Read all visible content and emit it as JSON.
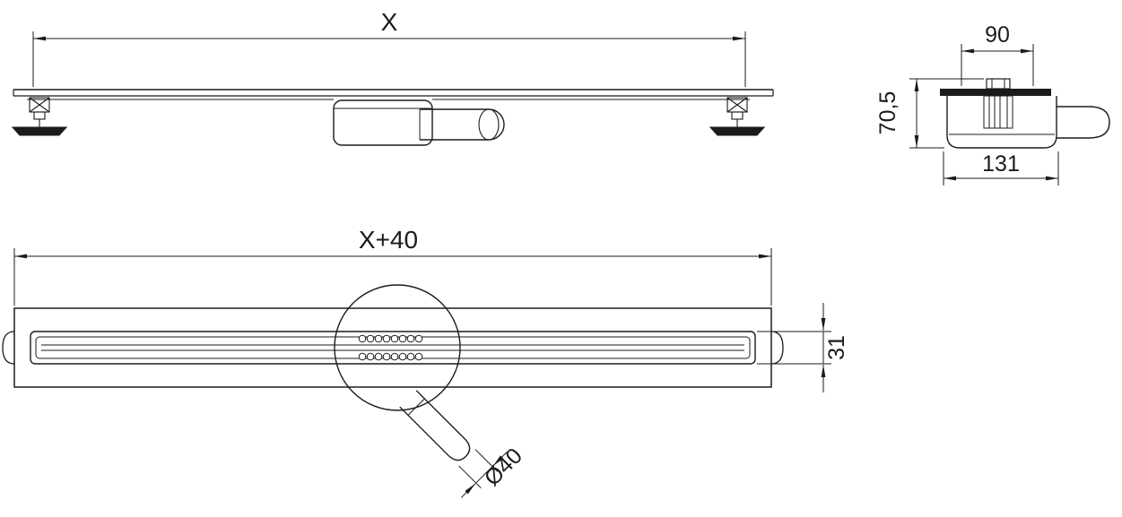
{
  "drawing": {
    "kind": "linear-shower-drain-technical-drawing",
    "background": "#ffffff",
    "line_color": "#1b1b1b",
    "side_view": {
      "length_label": "X"
    },
    "end_view": {
      "top_width_label": "90",
      "height_label": "70,5",
      "bottom_width_label": "131"
    },
    "plan_view": {
      "length_label": "X+40",
      "slot_width_label": "31",
      "pipe_diameter_label": "Ø40"
    }
  }
}
